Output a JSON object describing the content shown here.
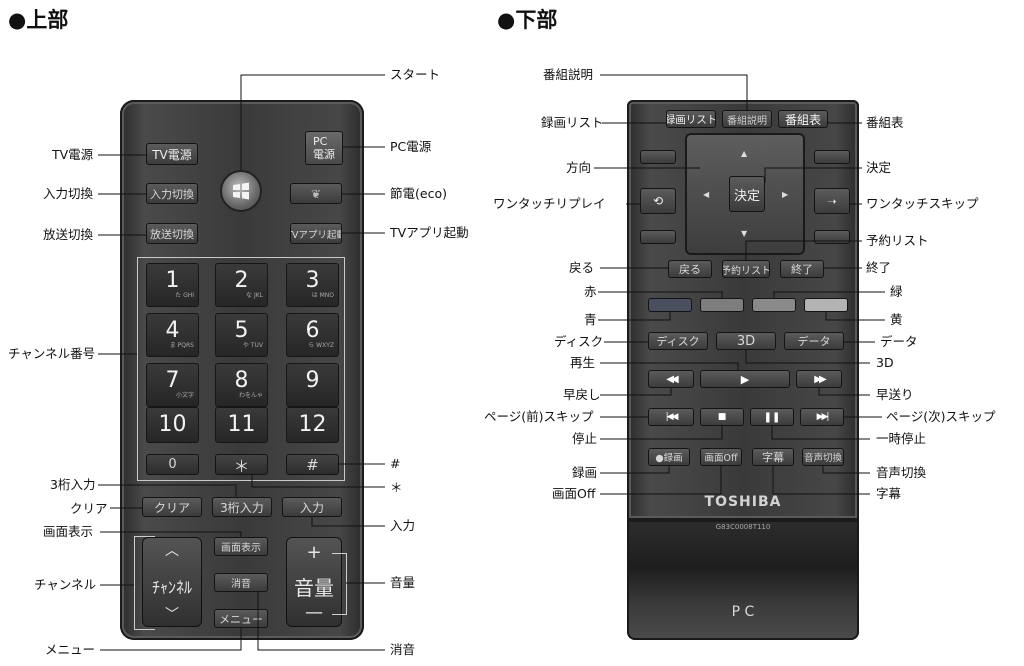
{
  "sections": {
    "top": "●上部",
    "bottom": "●下部"
  },
  "top_remote": {
    "buttons": {
      "tv_power": "TV電源",
      "pc_power": "PC\n電源",
      "input_switch": "入力切換",
      "eco": "",
      "broadcast_switch": "放送切換",
      "tv_app": "TVアプリ起動",
      "clear": "クリア",
      "three_digit": "3桁入力",
      "input": "入力",
      "display": "画面表示",
      "mute": "消音",
      "menu": "メニュー",
      "channel_rocker": "ﾁｬﾝﾈﾙ",
      "volume_rocker": "音量",
      "asterisk": "＊",
      "hash": "#"
    },
    "keypad": [
      {
        "n": "1",
        "s": "た  GHI"
      },
      {
        "n": "2",
        "s": "な  JKL"
      },
      {
        "n": "3",
        "s": "は  MNO"
      },
      {
        "n": "4",
        "s": "ま  PQRS"
      },
      {
        "n": "5",
        "s": "や  TUV"
      },
      {
        "n": "6",
        "s": "ら  WXYZ"
      },
      {
        "n": "7",
        "s": "小文字"
      },
      {
        "n": "8",
        "s": "わをんゃ"
      },
      {
        "n": "9",
        "s": ""
      },
      {
        "n": "10",
        "s": ""
      },
      {
        "n": "11",
        "s": ""
      },
      {
        "n": "12",
        "s": ""
      }
    ],
    "zero": "0",
    "callouts": {
      "start": "スタート",
      "tv_power": "TV電源",
      "pc_power": "PC電源",
      "input_switch": "入力切換",
      "eco": "節電(eco)",
      "broadcast_switch": "放送切換",
      "tv_app": "TVアプリ起動",
      "channel_number": "チャンネル番号",
      "hash": "#",
      "asterisk": "＊",
      "three_digit": "3桁入力",
      "clear": "クリア",
      "input": "入力",
      "display": "画面表示",
      "channel": "チャンネル",
      "volume": "音量",
      "menu": "メニュー",
      "mute": "消音"
    }
  },
  "bottom_remote": {
    "buttons": {
      "rec_list": "録画リスト",
      "program_desc": "番組説明",
      "epg": "番組表",
      "decide": "決定",
      "back": "戻る",
      "reserve_list": "予約リスト",
      "exit": "終了",
      "disc": "ディスク",
      "three_d": "3D",
      "data": "データ",
      "rec": "●録画",
      "screen_off": "画面Off",
      "subtitle": "字幕",
      "audio": "音声切換"
    },
    "brand": "TOSHIBA",
    "model": "G83C0008T110",
    "foot": "P C",
    "colors": {
      "blue": "#4a4f60",
      "red": "#7d7d7d",
      "green": "#8a8a8a",
      "yellow": "#b3b3b3"
    },
    "callouts": {
      "program_desc": "番組説明",
      "rec_list": "録画リスト",
      "epg": "番組表",
      "direction": "方向",
      "decide": "決定",
      "replay": "ワンタッチリプレイ",
      "skip": "ワンタッチスキップ",
      "reserve_list": "予約リスト",
      "back": "戻る",
      "exit": "終了",
      "red": "赤",
      "green": "緑",
      "blue": "青",
      "yellow": "黄",
      "disc": "ディスク",
      "data": "データ",
      "play": "再生",
      "three_d": "3D",
      "rewind": "早戻し",
      "ff": "早送り",
      "prev": "ページ(前)スキップ",
      "next": "ページ(次)スキップ",
      "stop": "停止",
      "pause": "一時停止",
      "rec": "録画",
      "audio": "音声切換",
      "screen_off": "画面Off",
      "subtitle": "字幕"
    }
  }
}
